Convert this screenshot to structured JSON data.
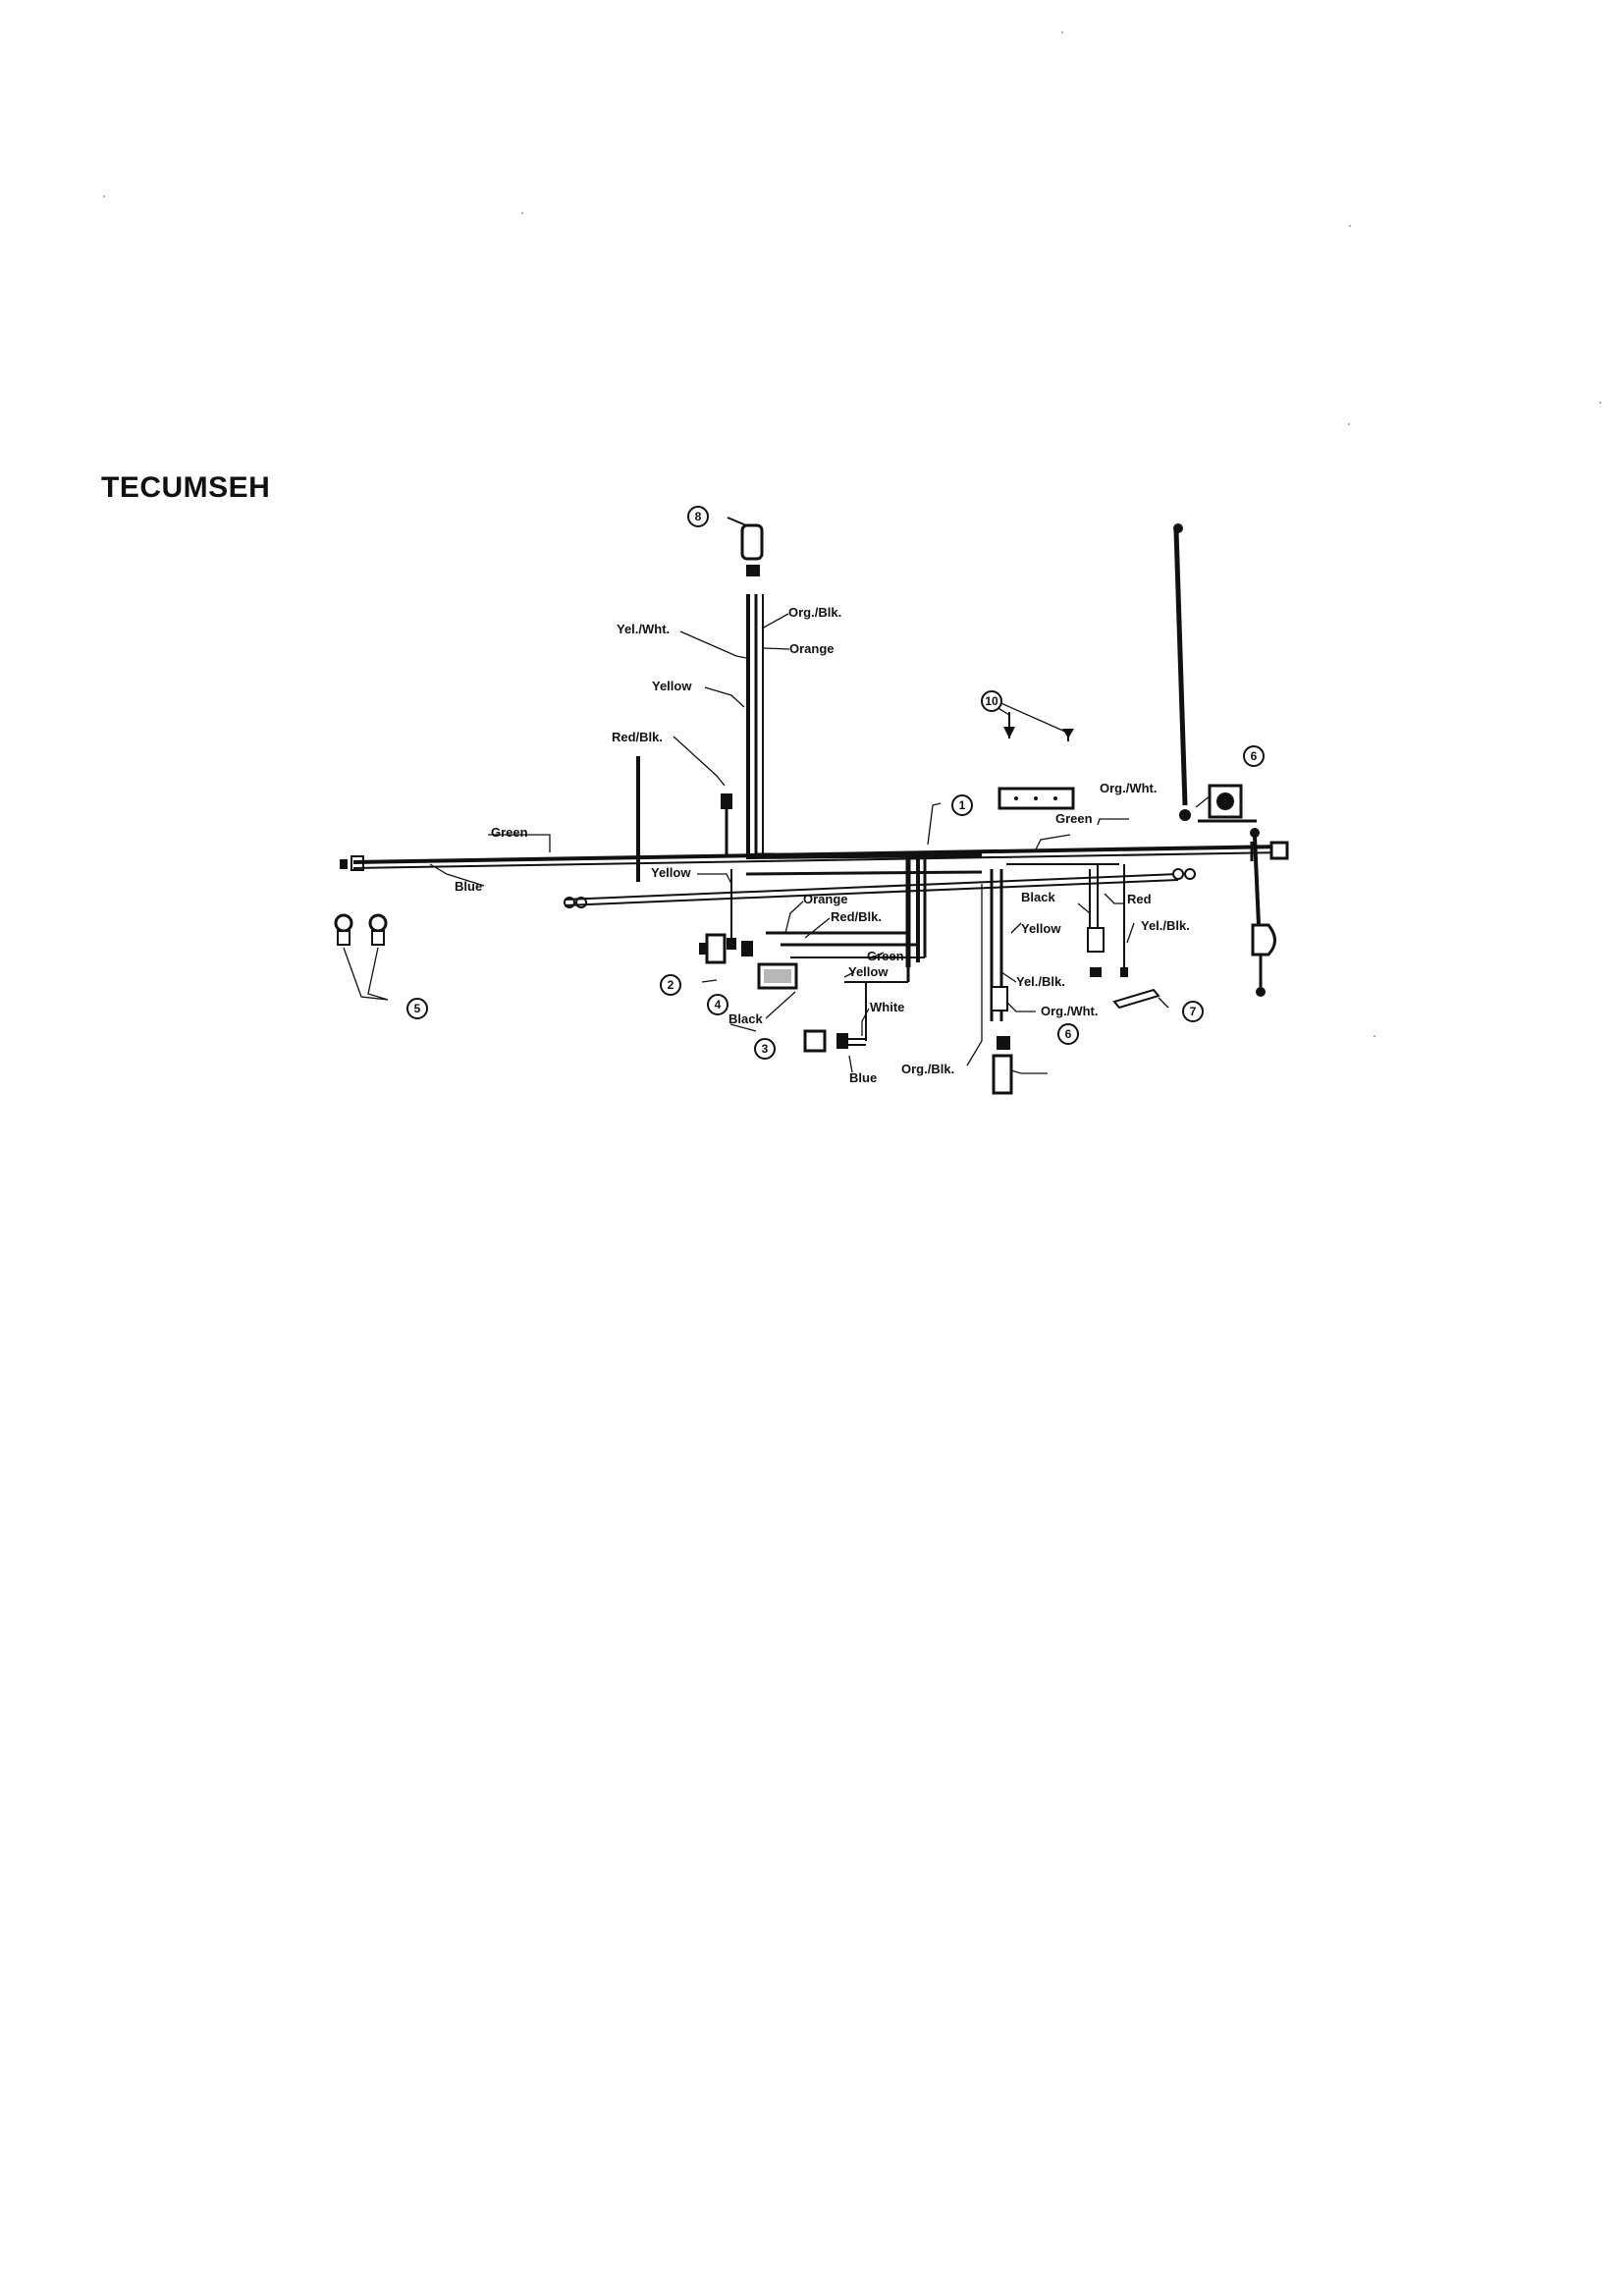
{
  "page": {
    "heading": "TECUMSEH"
  },
  "diagram": {
    "wire_labels": {
      "yel_wht_top": "Yel./Wht.",
      "org_blk_top": "Org./Blk.",
      "orange_top": "Orange",
      "yellow_top": "Yellow",
      "red_blk": "Red/Blk.",
      "green_left": "Green",
      "blue_left": "Blue",
      "yellow_mid": "Yellow",
      "orange_mid": "Orange",
      "red_blk_mid": "Red/Blk.",
      "green_mid": "Green",
      "yellow_mid2": "Yellow",
      "black_mid": "Black",
      "white": "White",
      "blue_bottom": "Blue",
      "org_blk_bottom": "Org./Blk.",
      "org_wht_right": "Org./Wht.",
      "green_right": "Green",
      "black_right": "Black",
      "red_right": "Red",
      "yellow_right": "Yellow",
      "yel_blk_right": "Yel./Blk.",
      "yel_blk_mid": "Yel./Blk.",
      "org_wht_bottom": "Org./Wht."
    },
    "callouts": {
      "c1": "1",
      "c2": "2",
      "c3": "3",
      "c4": "4",
      "c5": "5",
      "c6a": "6",
      "c6b": "6",
      "c7": "7",
      "c8": "8",
      "c10": "10"
    }
  }
}
